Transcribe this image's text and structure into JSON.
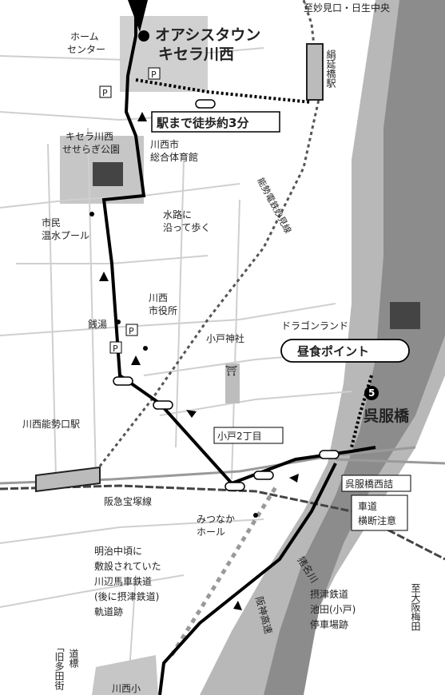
{
  "destinations": {
    "top_right": "至妙見口・日生中央",
    "right": "至大阪梅田"
  },
  "places": {
    "oasis": [
      "オアシスタウン",
      "キセラ川西"
    ],
    "home_center": [
      "ホーム",
      "センター"
    ],
    "kinobe_station": "絹延橋駅",
    "walk_time": "駅まで徒歩約3分",
    "park": [
      "キセラ川西",
      "せせらぎ公園"
    ],
    "gym": [
      "川西市",
      "総合体育館"
    ],
    "waterway": [
      "水路に",
      "沿って歩く"
    ],
    "onsen_pool": [
      "市民",
      "温水プール"
    ],
    "sento": "銭湯",
    "city_hall": [
      "川西",
      "市役所"
    ],
    "kobe_shrine": "小戸神社",
    "dragon_land": "ドラゴンランド",
    "lunch_point": "昼食ポイント",
    "point_number": "5",
    "kurehashi": "呉服橋",
    "kawanishi_noseguchi": "川西能勢口駅",
    "kobe_2chome": "小戸2丁目",
    "kurehashi_nishizume": "呉服橋西詰",
    "road_crossing": [
      "車道",
      "横断注意"
    ],
    "hankyu_takarazuka": "阪急宝塚線",
    "mitsunaka": [
      "みつなか",
      "ホール"
    ],
    "meiji_note": [
      "明治中頃に",
      "敷設されていた",
      "川辺馬車鉄道",
      "(後に摂津鉄道)",
      "軌道跡"
    ],
    "settsu_note": [
      "摂津鉄道",
      "池田(小戸)",
      "停車場跡"
    ],
    "nose_line": "能勢電鉄妙見線",
    "inagawa": "猪名川",
    "hanshin_expwy": "阪神高速",
    "signpost": "道標",
    "old_road": "「旧多田街",
    "school": "川西小"
  },
  "icons": {
    "parking": "P",
    "shrine": "⛩"
  }
}
